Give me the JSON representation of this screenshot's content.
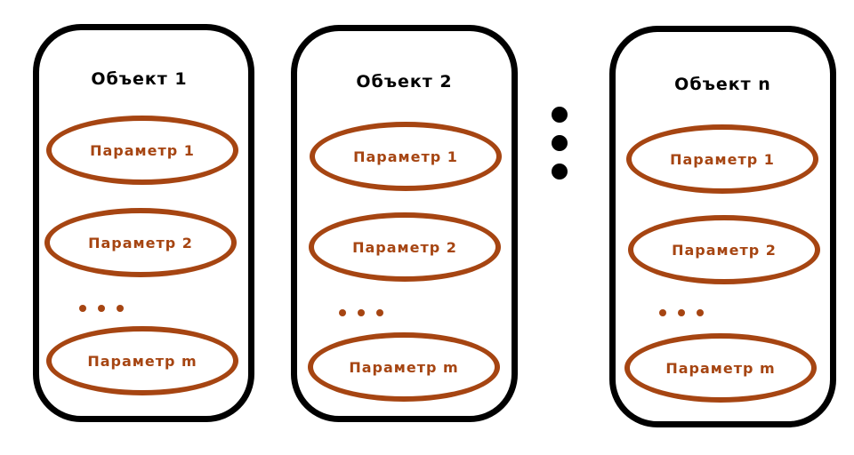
{
  "objects": [
    {
      "title": "Объект 1",
      "params": [
        "Параметр 1",
        "Параметр 2",
        "Параметр m"
      ]
    },
    {
      "title": "Объект 2",
      "params": [
        "Параметр 1",
        "Параметр 2",
        "Параметр m"
      ]
    },
    {
      "title": "Объект n",
      "params": [
        "Параметр 1",
        "Параметр 2",
        "Параметр m"
      ]
    }
  ],
  "colors": {
    "object_border": "#000000",
    "param_border": "#a64512",
    "param_text": "#a64512"
  }
}
